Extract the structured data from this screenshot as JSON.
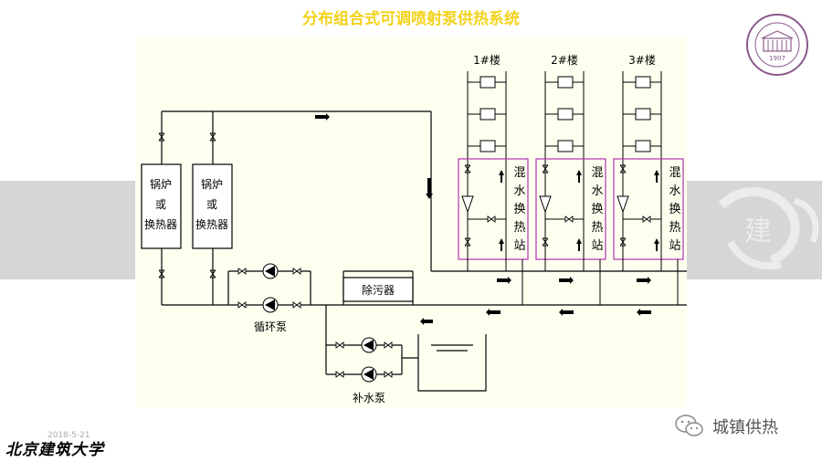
{
  "slide": {
    "title": "分布组合式可调喷射泵供热系统",
    "date": "2018-5-21",
    "school_name": "北京建筑大学",
    "account_name": "城镇供热",
    "colors": {
      "title": "#f2d21a",
      "pipe": "#000000",
      "station_border": "#b640b6",
      "canvas": "#fffff0",
      "band": "#d6d6d6"
    }
  },
  "diagram": {
    "building_labels": [
      "1#楼",
      "2#楼",
      "3#楼"
    ],
    "station_label": "混水换热站",
    "heat_source_lines": [
      "锅炉",
      "或",
      "换热器"
    ],
    "filter_label": "除污器",
    "circulation_pump_label": "循环泵",
    "makeup_pump_label": "补水泵",
    "logo_year": "1907"
  }
}
